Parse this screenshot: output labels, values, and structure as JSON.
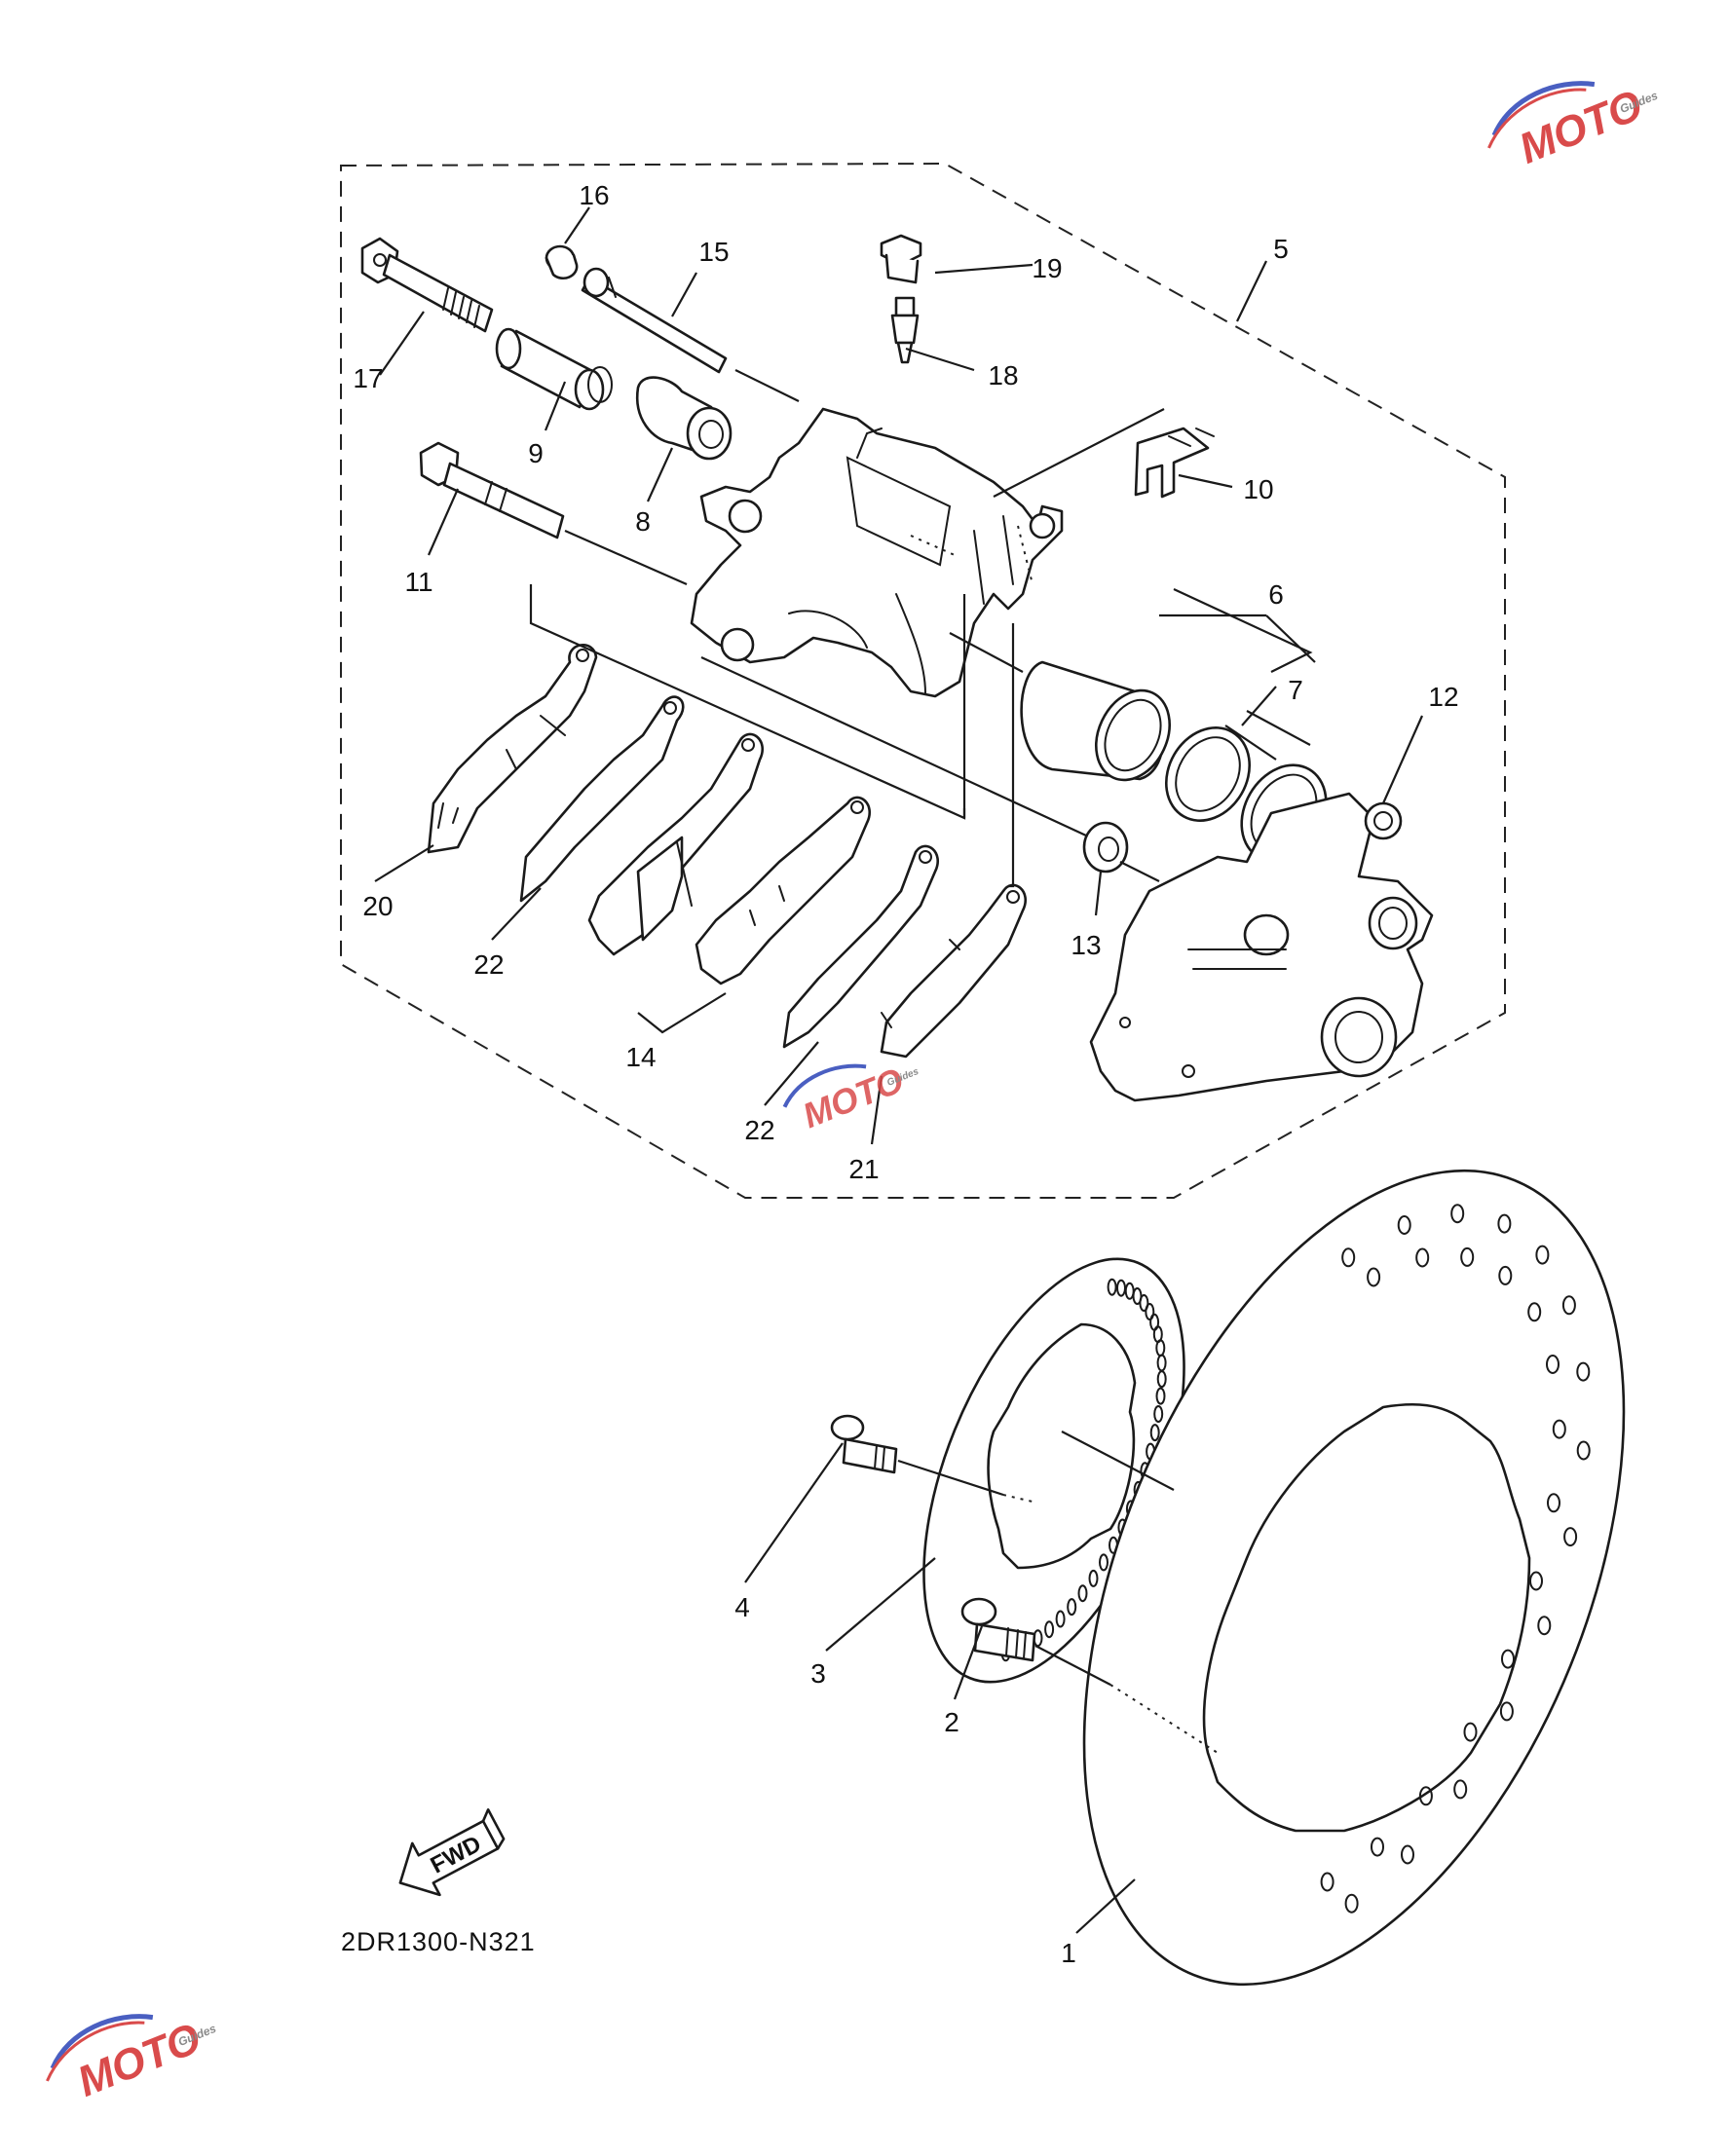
{
  "diagram_code": "2DR1300-N321",
  "fwd_label": "FWD",
  "watermark_brand": "MOTO",
  "watermark_sub": "Guides",
  "colors": {
    "ink": "#1a1a1a",
    "watermark_red": "#d94b4b",
    "watermark_blue": "#4a5fc1",
    "watermark_gray": "#8a8a8a"
  },
  "callouts": {
    "c1": "1",
    "c2": "2",
    "c3": "3",
    "c4": "4",
    "c5": "5",
    "c6": "6",
    "c7": "7",
    "c8": "8",
    "c9": "9",
    "c10": "10",
    "c11": "11",
    "c12": "12",
    "c13": "13",
    "c14": "14",
    "c15": "15",
    "c16": "16",
    "c17": "17",
    "c18": "18",
    "c19": "19",
    "c20": "20",
    "c21": "21",
    "c22a": "22",
    "c22b": "22"
  }
}
